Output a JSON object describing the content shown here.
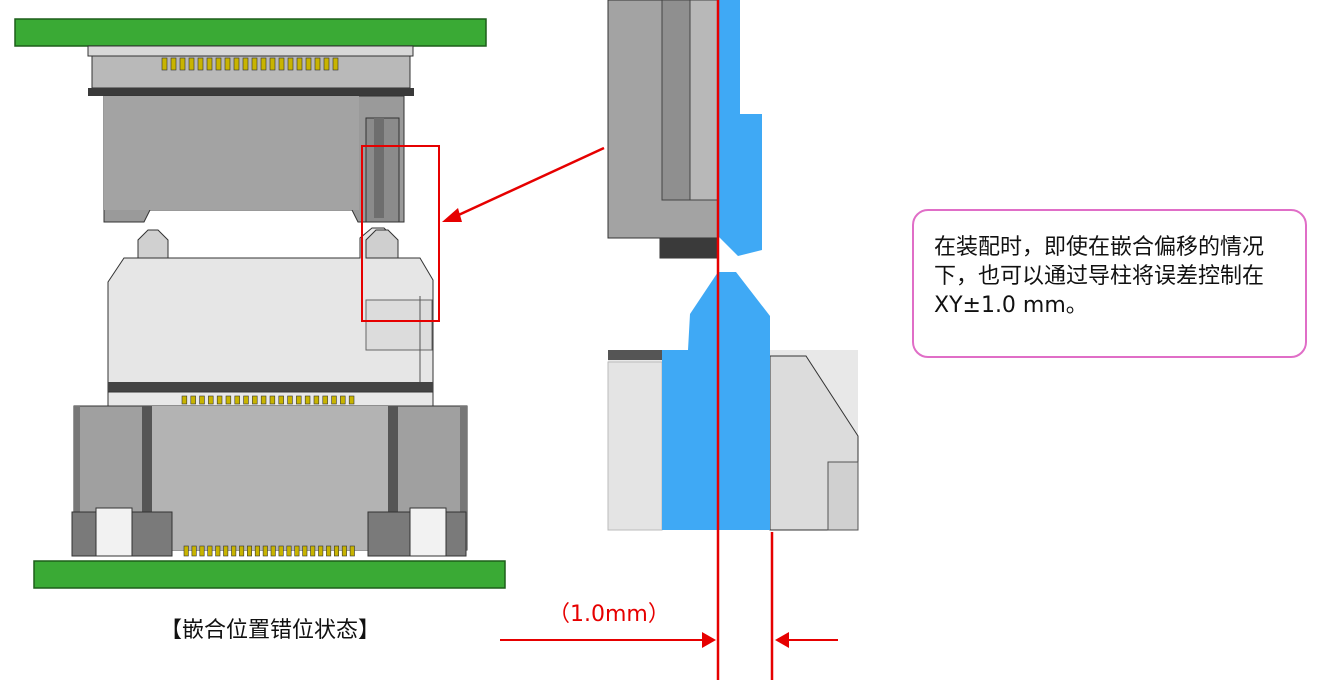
{
  "caption": "【嵌合位置错位状态】",
  "dimension_label": "（1.0mm）",
  "note": "在装配时，即使在嵌合偏移的情况下，也可以通过导柱将误差控制在XY±1.0 mm。",
  "colors": {
    "pcb_green": "#3aaa35",
    "guide_blue": "#3fa9f5",
    "highlight_red": "#e60000",
    "note_border": "#e06ec7",
    "pin_gold": "#c8b400"
  }
}
